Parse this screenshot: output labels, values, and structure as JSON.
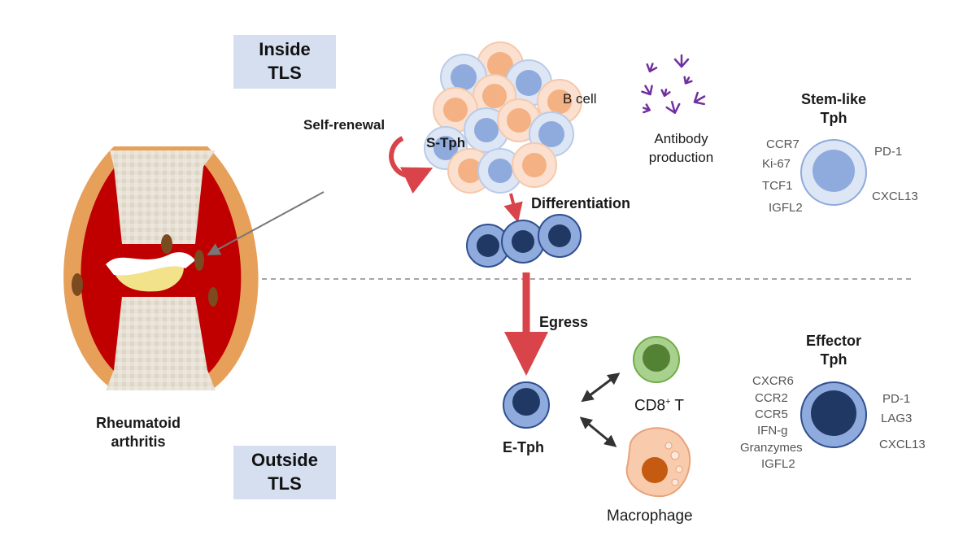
{
  "regions": {
    "inside_label_line1": "Inside",
    "inside_label_line2": "TLS",
    "outside_label_line1": "Outside",
    "outside_label_line2": "TLS"
  },
  "joint": {
    "label_line1": "Rheumatoid",
    "label_line2": "arthritis"
  },
  "inside": {
    "self_renewal": "Self-renewal",
    "s_tph": "S-Tph",
    "b_cell": "B cell",
    "antibody_line1": "Antibody",
    "antibody_line2": "production",
    "differentiation": "Differentiation"
  },
  "outside": {
    "egress": "Egress",
    "e_tph": "E-Tph",
    "cd8_main": "CD8",
    "cd8_sup": "+",
    "cd8_suffix": " T",
    "macrophage": "Macrophage"
  },
  "stem_like": {
    "title_line1": "Stem-like",
    "title_line2": "Tph",
    "markers_left": [
      "CCR7",
      "Ki-67",
      "TCF1",
      "IGFL2"
    ],
    "markers_right": [
      "PD-1",
      "CXCL13"
    ]
  },
  "effector": {
    "title_line1": "Effector",
    "title_line2": "Tph",
    "markers_left": [
      "CXCR6",
      "CCR2",
      "CCR5",
      "IFN-g",
      "Granzymes",
      "IGFL2"
    ],
    "markers_right": [
      "PD-1",
      "LAG3",
      "CXCL13"
    ]
  },
  "colors": {
    "arrow_red": "#d9444a",
    "tph_dark": "#1f3864",
    "tph_light": "#8faadc",
    "b_cell_orange": "#f4b183",
    "antibody_purple": "#7030a0",
    "cd8_green": "#70ad47",
    "macrophage_orange": "#c55a11"
  }
}
